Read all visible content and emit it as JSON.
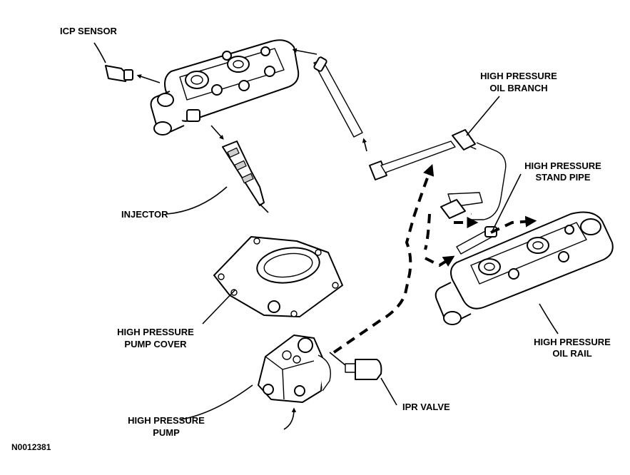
{
  "labels": {
    "icp_sensor": "ICP SENSOR",
    "injector": "INJECTOR",
    "hp_oil_branch_1": "HIGH PRESSURE",
    "hp_oil_branch_2": "OIL BRANCH",
    "hp_stand_pipe_1": "HIGH PRESSURE",
    "hp_stand_pipe_2": "STAND PIPE",
    "hp_pump_cover_1": "HIGH PRESSURE",
    "hp_pump_cover_2": "PUMP COVER",
    "hp_oil_rail_1": "HIGH PRESSURE",
    "hp_oil_rail_2": "OIL RAIL",
    "ipr_valve": "IPR VALVE",
    "hp_pump_1": "HIGH PRESSURE",
    "hp_pump_2": "PUMP"
  },
  "figure_code": "N0012381"
}
